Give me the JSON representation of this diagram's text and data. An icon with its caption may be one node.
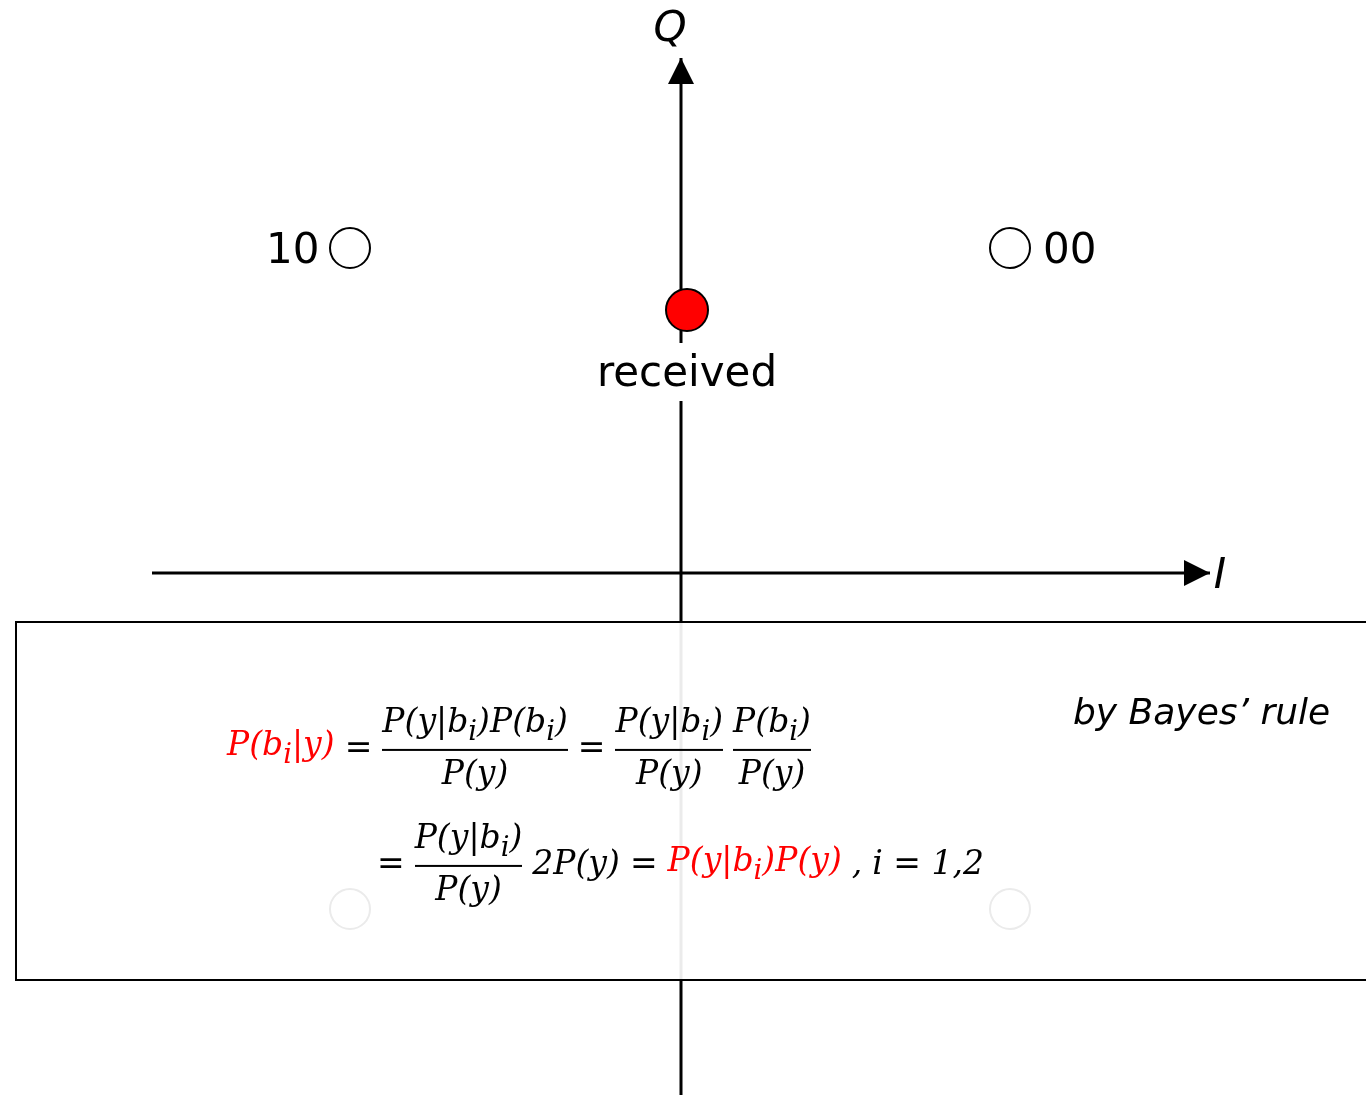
{
  "diagram": {
    "nodes": [
      {
        "text": [
          "P(b$_{i}$|y)",
          "=",
          "P(y|b$_{i}$)P(b$_{i}$)",
          "P(y)",
          "=",
          "P(y|b$_{i}$)",
          "P(y)",
          "P(b$_{i}$)",
          "P(y)",
          "by Bayes’ rule",
          "=",
          "P(y|b$_{i}$)",
          "P(y)",
          "2P(y)",
          "=",
          "P(y|b$_{i}$)P(y)",
          ",",
          "i = 1,2"
        ]
      }
    ],
    "edges": [],
    "labels": [
      "Q",
      "10",
      "00",
      "received",
      "I"
    ]
  }
}
